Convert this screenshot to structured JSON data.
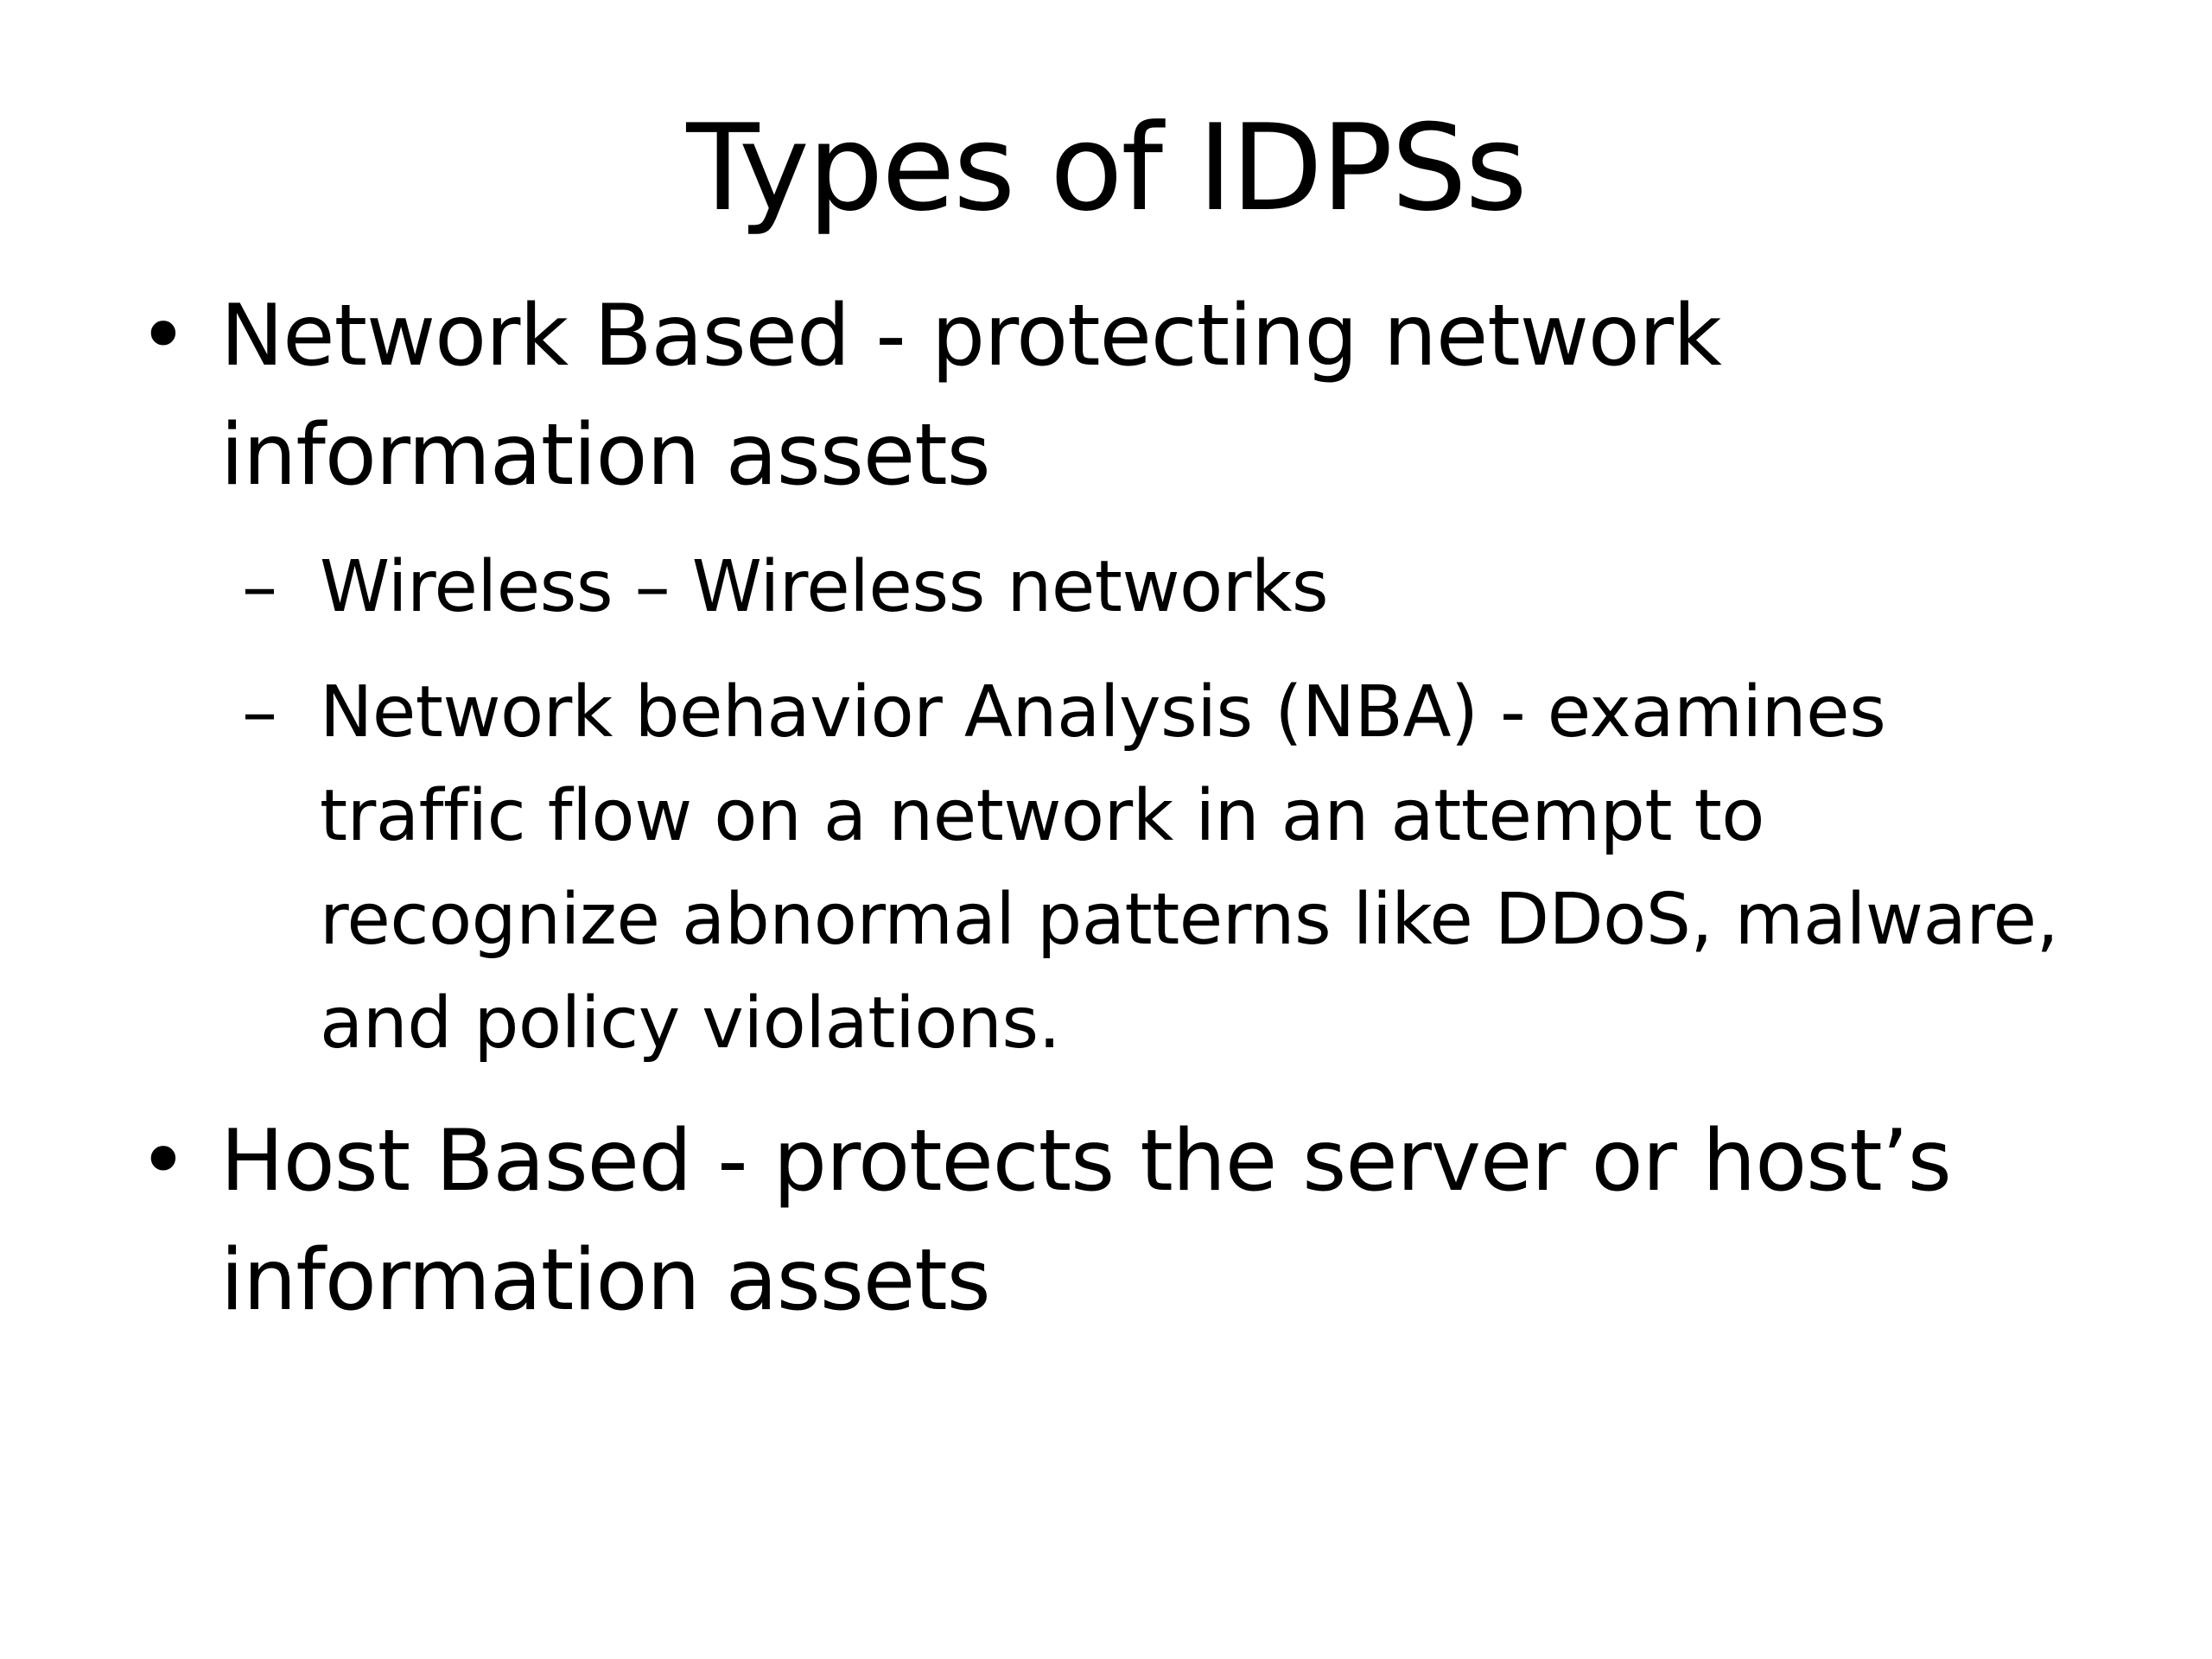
{
  "slide": {
    "title": "Types of IDPSs",
    "bullets": [
      {
        "marker": "•",
        "text": "Network Based - protecting network\ninformation assets",
        "subitems": [
          {
            "marker": "–",
            "text": "Wireless – Wireless networks"
          },
          {
            "marker": "–",
            "text": "Network behavior Analysis (NBA) - examines\ntraffic flow on a network in an attempt to\nrecognize abnormal patterns like DDoS, malware,\nand policy violations."
          }
        ]
      },
      {
        "marker": "•",
        "text": "Host Based - protects the server or host’s\ninformation assets"
      }
    ]
  }
}
